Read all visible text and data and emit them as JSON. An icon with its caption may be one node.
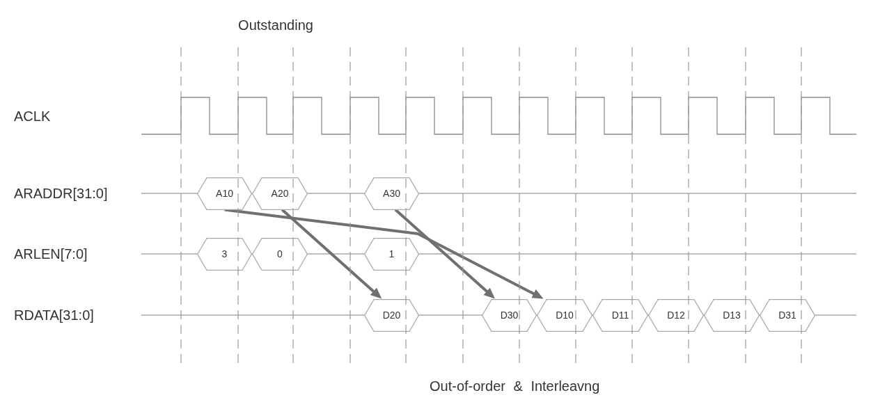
{
  "diagram": {
    "title": "Outstanding",
    "caption": "Out-of-order & Interleavng",
    "nodes": [
      {
        "text": [
          "A10"
        ]
      },
      {
        "text": [
          "A20"
        ]
      },
      {
        "text": [
          "A30"
        ]
      },
      {
        "text": [
          "3"
        ]
      },
      {
        "text": [
          "0"
        ]
      },
      {
        "text": [
          "1"
        ]
      },
      {
        "text": [
          "D20"
        ]
      },
      {
        "text": [
          "D30"
        ]
      },
      {
        "text": [
          "D10"
        ]
      },
      {
        "text": [
          "D11"
        ]
      },
      {
        "text": [
          "D12"
        ]
      },
      {
        "text": [
          "D13"
        ]
      },
      {
        "text": [
          "D31"
        ]
      }
    ],
    "edges": [
      {
        "from": 0,
        "to": 8,
        "arrow": "to"
      },
      {
        "from": 1,
        "to": 6,
        "arrow": "to"
      },
      {
        "from": 2,
        "to": 7,
        "arrow": "to"
      }
    ],
    "labels": [
      "ACLK",
      "ARADDR[31:0]",
      "ARLEN[7:0]",
      "RDATA[31:0]"
    ]
  }
}
